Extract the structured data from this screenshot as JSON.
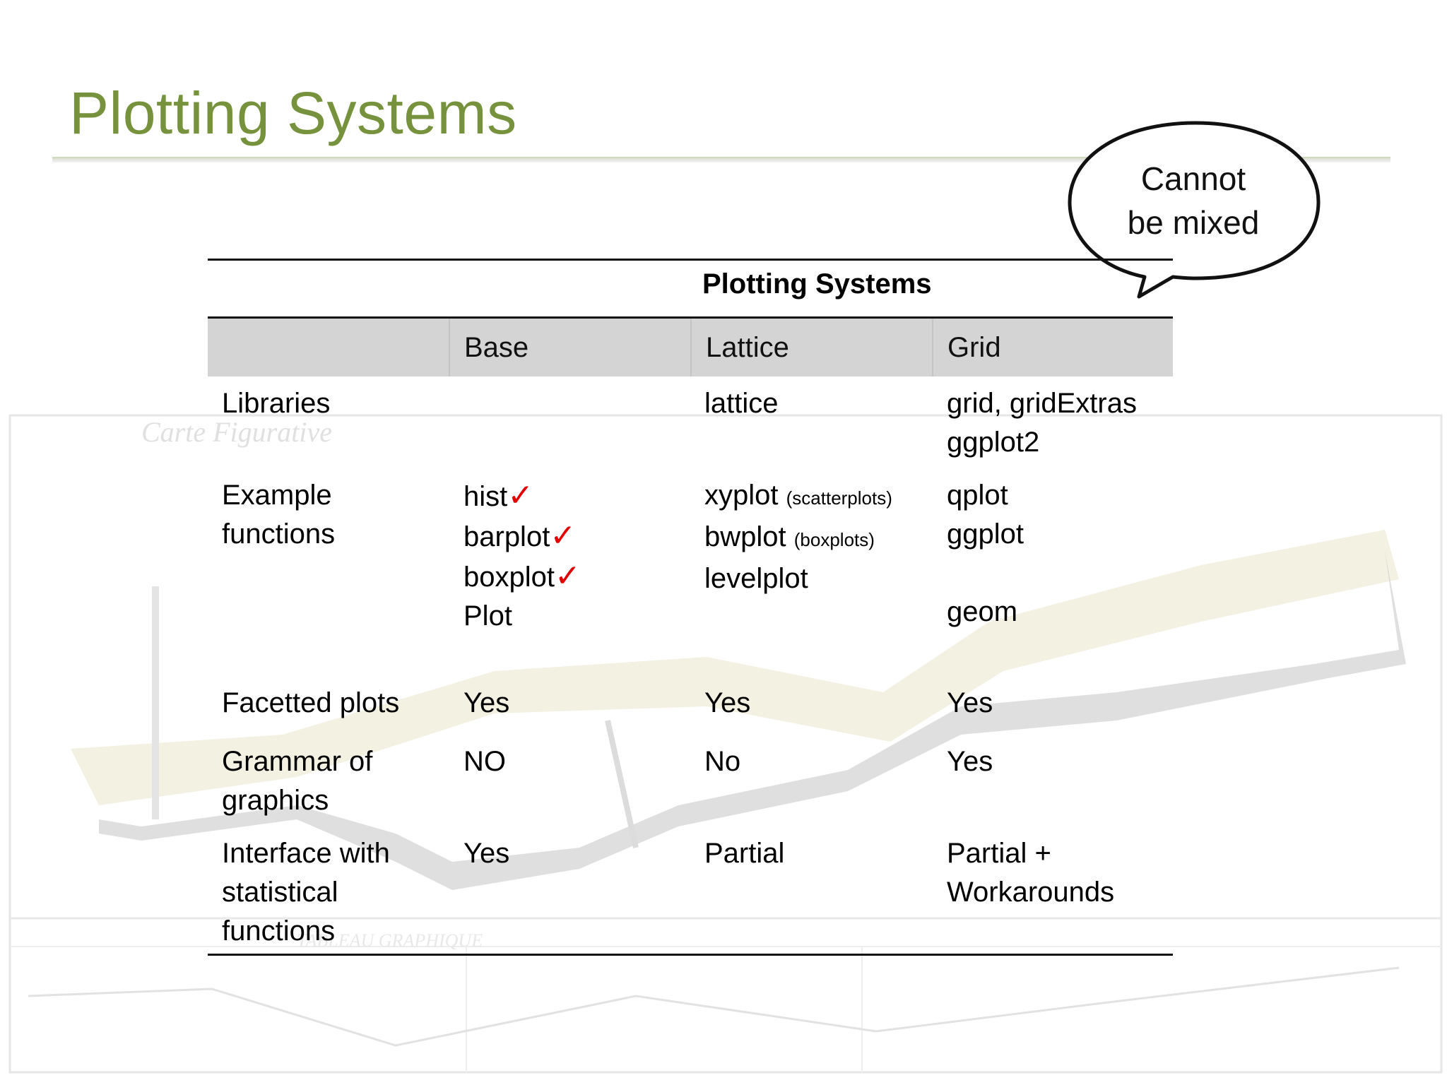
{
  "slide": {
    "title": "Plotting Systems"
  },
  "callout": {
    "line1": "Cannot",
    "line2": "be mixed"
  },
  "table": {
    "caption": "Plotting Systems",
    "headers": [
      "",
      "Base",
      "Lattice",
      "Grid"
    ],
    "rows": {
      "libraries": {
        "label": "Libraries",
        "base": "",
        "lattice": "lattice",
        "grid": [
          "grid, gridExtras",
          "ggplot2"
        ]
      },
      "examples": {
        "label": [
          "Example",
          "functions"
        ],
        "base": [
          "hist",
          "barplot",
          "boxplot",
          "Plot"
        ],
        "base_check": "✓",
        "lattice": [
          {
            "name": "xyplot",
            "note": "(scatterplots)"
          },
          {
            "name": "bwplot",
            "note": "(boxplots)"
          },
          {
            "name": "levelplot",
            "note": ""
          }
        ],
        "grid": [
          "qplot",
          "ggplot",
          "",
          "geom"
        ]
      },
      "facetted": {
        "label": "Facetted plots",
        "base": "Yes",
        "lattice": "Yes",
        "grid": "Yes"
      },
      "grammar": {
        "label": [
          "Grammar of",
          "graphics"
        ],
        "base": "NO",
        "lattice": "No",
        "grid": "Yes"
      },
      "interface": {
        "label": [
          "Interface with",
          "statistical",
          "functions"
        ],
        "base": "Yes",
        "lattice": "Partial",
        "grid": [
          "Partial +",
          "Workarounds"
        ]
      }
    }
  },
  "colors": {
    "title": "#76923c",
    "header_fill": "#d4d4d4",
    "check": "#e00000"
  }
}
